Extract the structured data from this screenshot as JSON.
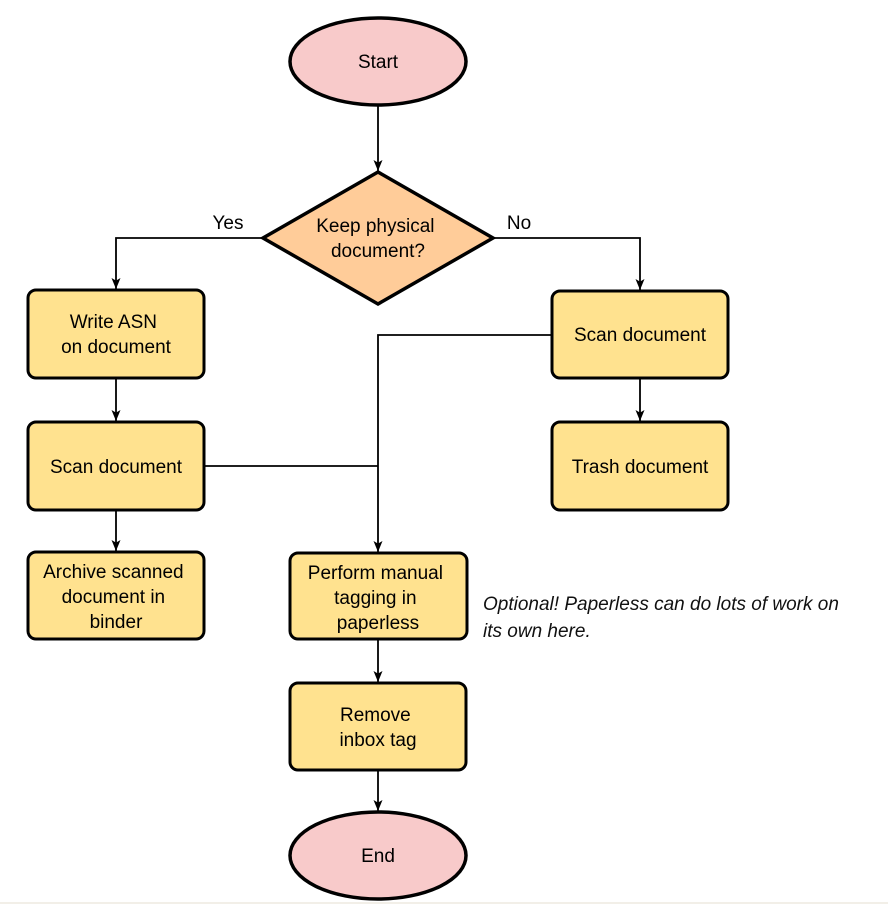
{
  "diagram": {
    "nodes": {
      "start": {
        "lines": [
          "Start"
        ]
      },
      "keep_physical": {
        "lines": [
          "Keep physical",
          "document?"
        ]
      },
      "write_asn": {
        "lines": [
          "Write ASN",
          "on document"
        ]
      },
      "scan_left": {
        "lines": [
          "Scan document"
        ]
      },
      "archive": {
        "lines": [
          "Archive scanned",
          "document in",
          "binder"
        ]
      },
      "scan_right": {
        "lines": [
          "Scan document"
        ]
      },
      "trash": {
        "lines": [
          "Trash document"
        ]
      },
      "perform_tagging": {
        "lines": [
          "Perform manual",
          "tagging in",
          "paperless"
        ]
      },
      "remove_inbox": {
        "lines": [
          "Remove",
          "inbox tag"
        ]
      },
      "end": {
        "lines": [
          "End"
        ]
      }
    },
    "edge_labels": {
      "yes": "Yes",
      "no": "No"
    },
    "annotation": {
      "lines": [
        "Optional! Paperless can do lots of work on",
        "its own here."
      ]
    },
    "colors": {
      "terminator_fill": "#f8caca",
      "process_fill": "#ffe28f",
      "decision_fill": "#ffcc99",
      "stroke": "#000000",
      "bottom_divider": "#f2efe8"
    }
  }
}
